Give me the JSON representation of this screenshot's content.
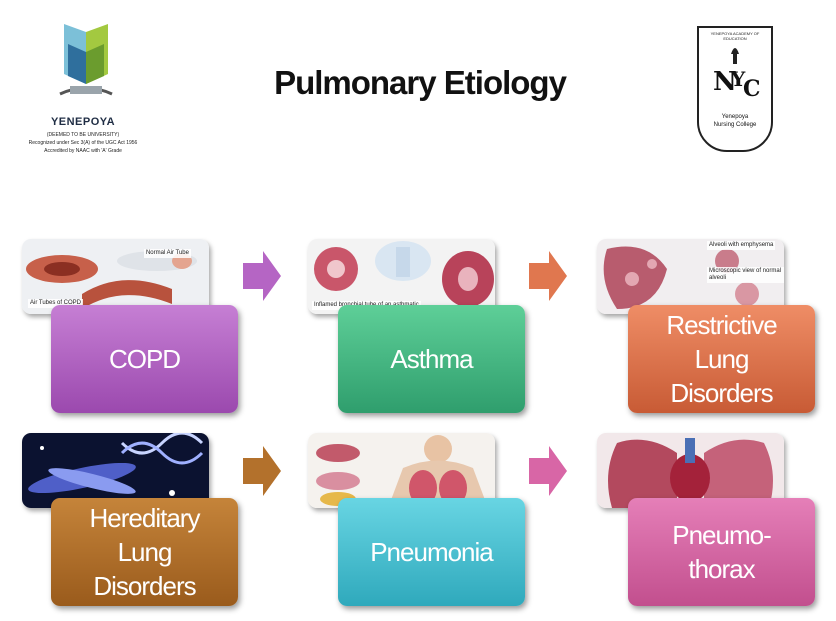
{
  "header": {
    "title": "Pulmonary Etiology",
    "logo_left": {
      "name": "YENEPOYA",
      "line1": "(DEEMED TO BE UNIVERSITY)",
      "line2": "Recognized under Sec 3(A) of the UGC Act 1956",
      "line3": "Accredited by NAAC with 'A' Grade"
    },
    "logo_right": {
      "topline": "YENEPOYA ACADEMY OF EDUCATION",
      "line1": "Yenepoya",
      "line2": "Nursing College"
    }
  },
  "rows": [
    {
      "items": [
        {
          "label": "COPD",
          "color": "#b565c4",
          "image": "copd-airway-image",
          "caption": "Normal Air Tube",
          "caption2": "Air Tubes of COPD"
        },
        {
          "label": "Asthma",
          "color": "#45b985",
          "image": "asthma-bronchial-image",
          "caption": "Inflamed bronchial tube of an asthmatic"
        },
        {
          "label": "Restrictive Lung Disorders",
          "label_lines": [
            "Restrictive",
            "Lung",
            "Disorders"
          ],
          "color": "#e0774f",
          "image": "restrictive-lung-image",
          "caption": "Alveoli with emphysema",
          "caption2": "Microscopic view of normal alveoli"
        }
      ],
      "arrows": [
        {
          "color": "#b565c4"
        },
        {
          "color": "#e0774f"
        }
      ]
    },
    {
      "items": [
        {
          "label": "Hereditary Lung Disorders",
          "label_lines": [
            "Hereditary",
            "Lung",
            "Disorders"
          ],
          "color": "#b3712c",
          "image": "dna-chromosome-image"
        },
        {
          "label": "Pneumonia",
          "color": "#4cc2d3",
          "image": "pneumonia-patient-image"
        },
        {
          "label": "Pneumothorax",
          "label_lines": [
            "Pneumo-",
            "thorax"
          ],
          "color": "#d866a6",
          "image": "pneumothorax-chest-image"
        }
      ],
      "arrows": [
        {
          "color": "#b3712c"
        },
        {
          "color": "#d866a6"
        }
      ]
    }
  ]
}
